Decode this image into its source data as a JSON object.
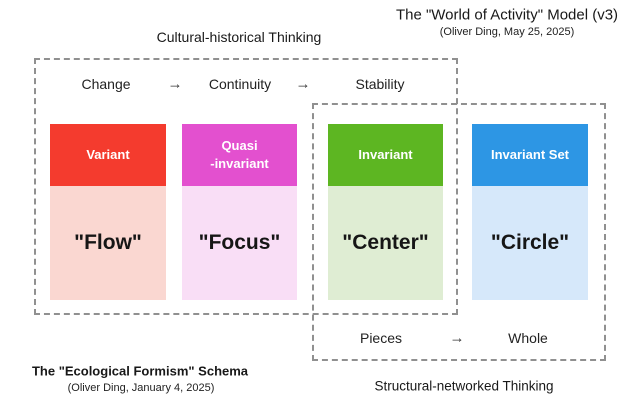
{
  "model": {
    "title": "The \"World of Activity\" Model (v3)",
    "subtitle": "(Oliver Ding, May 25, 2025)"
  },
  "schema": {
    "title": "The \"Ecological Formism\" Schema",
    "subtitle": "(Oliver Ding, January 4, 2025)"
  },
  "cultural": {
    "label": "Cultural-historical Thinking",
    "axis": {
      "item1": "Change",
      "arrow1": "→",
      "item2": "Continuity",
      "arrow2": "→",
      "item3": "Stability"
    }
  },
  "structural": {
    "label": "Structural-networked Thinking",
    "axis": {
      "item1": "Pieces",
      "arrow1": "→",
      "item2": "Whole"
    }
  },
  "cards": [
    {
      "id": "variant",
      "line1": "Variant",
      "line2": "",
      "body": "\"Flow\"",
      "header_color": "#F43B2E",
      "body_color": "#FAD7D1"
    },
    {
      "id": "quasi-invariant",
      "line1": "Quasi",
      "line2": "-invariant",
      "body": "\"Focus\"",
      "header_color": "#E350CF",
      "body_color": "#F9DEF6"
    },
    {
      "id": "invariant",
      "line1": "Invariant",
      "line2": "",
      "body": "\"Center\"",
      "header_color": "#5DB622",
      "body_color": "#DFEDD3"
    },
    {
      "id": "invariant-set",
      "line1": "Invariant Set",
      "line2": "",
      "body": "\"Circle\"",
      "header_color": "#2D96E4",
      "body_color": "#D6E8FA"
    }
  ],
  "colors": {
    "background": "#FFFFFF",
    "dashed_border": "#909090",
    "text": "#1E1E1E",
    "header_text": "#FFFFFF"
  }
}
